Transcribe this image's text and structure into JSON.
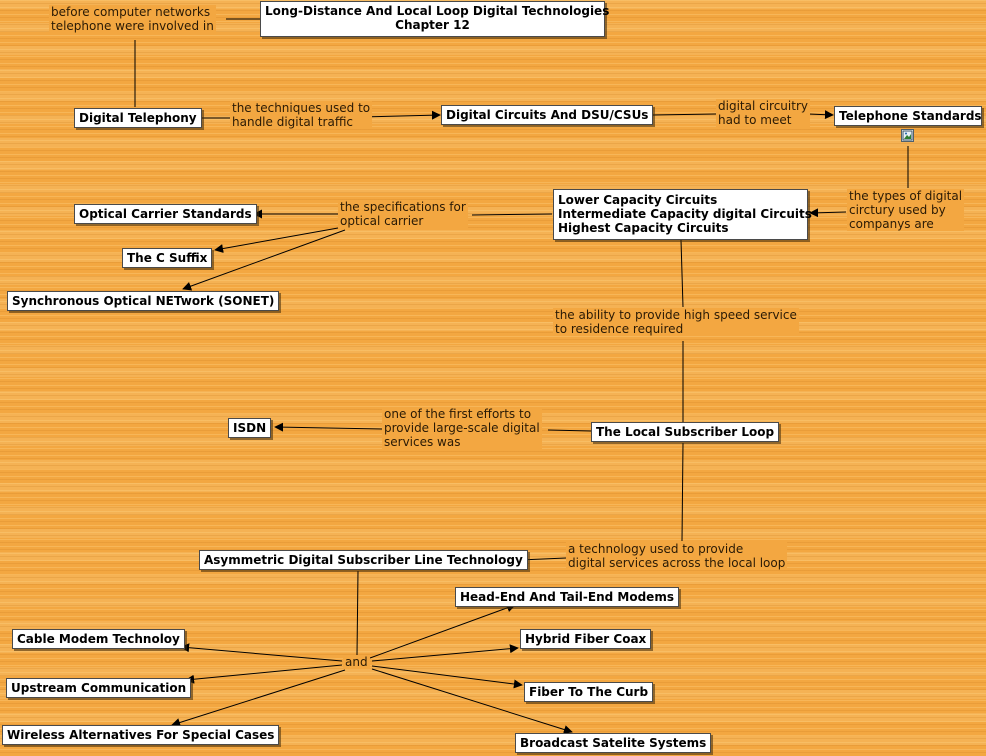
{
  "title": "Long-Distance And Local Loop Digital Technologies\nChapter 12",
  "concepts": {
    "digital_telephony": "Digital Telephony",
    "digital_circuits": "Digital Circuits And DSU/CSUs",
    "telephone_standards": "Telephone Standards",
    "capacity_circuits": "Lower Capacity Circuits\nIntermediate Capacity digital Circuits\nHighest Capacity Circuits",
    "optical_carrier": "Optical Carrier Standards",
    "c_suffix": "The C Suffix",
    "sonet": "Synchronous Optical NETwork (SONET)",
    "local_loop": "The Local Subscriber Loop",
    "isdn": "ISDN",
    "adsl": "Asymmetric Digital Subscriber Line Technology",
    "head_end": "Head-End And Tail-End Modems",
    "cable_modem": "Cable Modem Technoloy",
    "hybrid_fiber": "Hybrid Fiber Coax",
    "upstream": "Upstream Communication",
    "fiber_curb": "Fiber To The Curb",
    "wireless": "Wireless Alternatives For Special Cases",
    "satellite": "Broadcast Satelite Systems"
  },
  "links": {
    "before_networks": "before computer networks\ntelephone were involved in",
    "techniques": "the techniques used to\nhandle digital traffic",
    "had_to_meet": "digital circuitry\nhad to meet",
    "types_used": "the types of digital\ncirctury used by\ncompanys are",
    "specifications": "the specifications for\noptical carrier",
    "high_speed": "the ability to provide high speed service\nto residence required",
    "first_efforts": "one of the first efforts to\nprovide large-scale digital\nservices was",
    "technology_used": "a technology used to provide\ndigital services across the local loop",
    "and": "and"
  },
  "icons": {
    "telephone_standards_resource": "image-resource-icon"
  },
  "colors": {
    "background": "#f3a741",
    "node_fill": "#ffffff",
    "link_line": "#000000"
  }
}
